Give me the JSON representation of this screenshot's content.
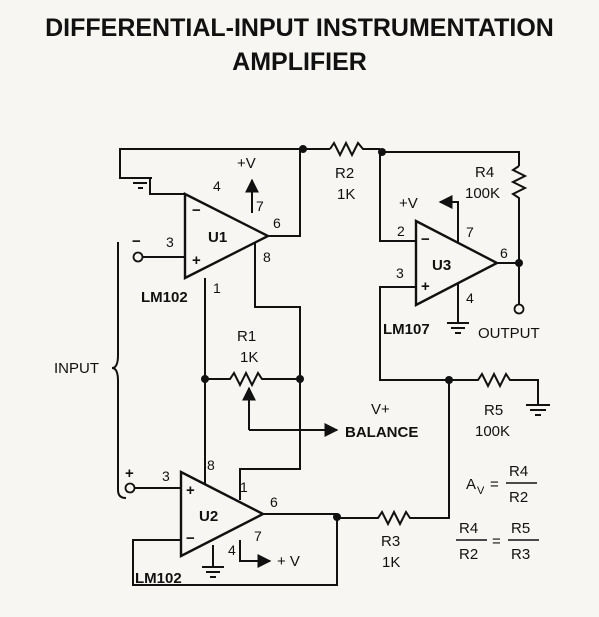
{
  "title_line1": "DIFFERENTIAL-INPUT INSTRUMENTATION",
  "title_line2": "AMPLIFIER",
  "u1": {
    "name": "U1",
    "part": "LM102",
    "pin_inv": "4",
    "pin_noninv": "3",
    "pin_out": "6",
    "pin_supply": "7",
    "pin_1": "1",
    "pin_8": "8",
    "minus": "−",
    "plus": "+"
  },
  "u2": {
    "name": "U2",
    "part": "LM102",
    "pin_noninv": "3",
    "pin_8": "8",
    "pin_1": "1",
    "pin_out": "6",
    "pin_gnd": "4",
    "pin_supply": "7",
    "minus": "−",
    "plus": "+"
  },
  "u3": {
    "name": "U3",
    "part": "LM107",
    "pin_inv": "2",
    "pin_noninv": "3",
    "pin_out": "6",
    "pin_supply": "7",
    "pin_gnd": "4",
    "minus": "−",
    "plus": "+"
  },
  "r1": {
    "name": "R1",
    "value": "1K"
  },
  "r2": {
    "name": "R2",
    "value": "1K"
  },
  "r3": {
    "name": "R3",
    "value": "1K"
  },
  "r4": {
    "name": "R4",
    "value": "100K"
  },
  "r5": {
    "name": "R5",
    "value": "100K"
  },
  "supply_u1": "+V",
  "supply_u2": "+ V",
  "supply_u3": "+V",
  "input_label": "INPUT",
  "input_minus": "−",
  "input_plus": "+",
  "output_label": "OUTPUT",
  "balance_vplus": "V+",
  "balance_label": "BALANCE",
  "eq1": {
    "lhs_main": "A",
    "lhs_sub": "V",
    "eq": "=",
    "num": "R4",
    "den": "R2"
  },
  "eq2": {
    "num1": "R4",
    "den1": "R2",
    "eq": "=",
    "num2": "R5",
    "den2": "R3"
  }
}
